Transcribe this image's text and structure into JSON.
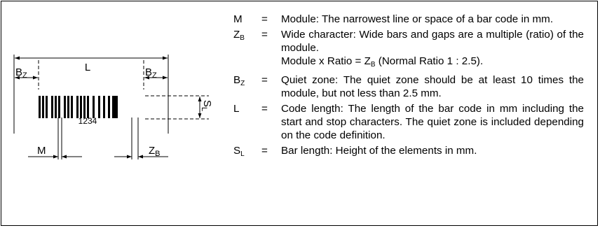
{
  "diagram": {
    "label_bz_left": "B",
    "label_bz_left_sub": "Z",
    "label_length": "L",
    "label_bz_right": "B",
    "label_bz_right_sub": "Z",
    "label_sl": "S",
    "label_sl_sub": "L",
    "barcode_digits": "1234",
    "label_module": "M",
    "label_zb": "Z",
    "label_zb_sub": "B"
  },
  "legend": {
    "m": {
      "symbol": "M",
      "equals": "=",
      "desc": "Module: The narrowest line or space of a bar code in mm."
    },
    "zb": {
      "symbol": "Z",
      "symbol_sub": "B",
      "equals": "=",
      "desc": "Wide character: Wide bars and gaps are a multiple (ratio) of the module.",
      "formula_a": "Module x Ratio = Z",
      "formula_a_sub": "B",
      "formula_b": " (Normal Ratio 1 : 2.5)."
    },
    "bz": {
      "symbol": "B",
      "symbol_sub": "Z",
      "equals": "=",
      "desc": "Quiet zone: The quiet zone should be at least 10 times the module, but not less than 2.5 mm."
    },
    "l": {
      "symbol": "L",
      "equals": "=",
      "desc": "Code length: The length of the bar code in mm including the start and stop characters. The quiet zone is included depending on the code definition."
    },
    "sl": {
      "symbol": "S",
      "symbol_sub": "L",
      "equals": "=",
      "desc": "Bar length: Height of the elements in mm."
    }
  }
}
